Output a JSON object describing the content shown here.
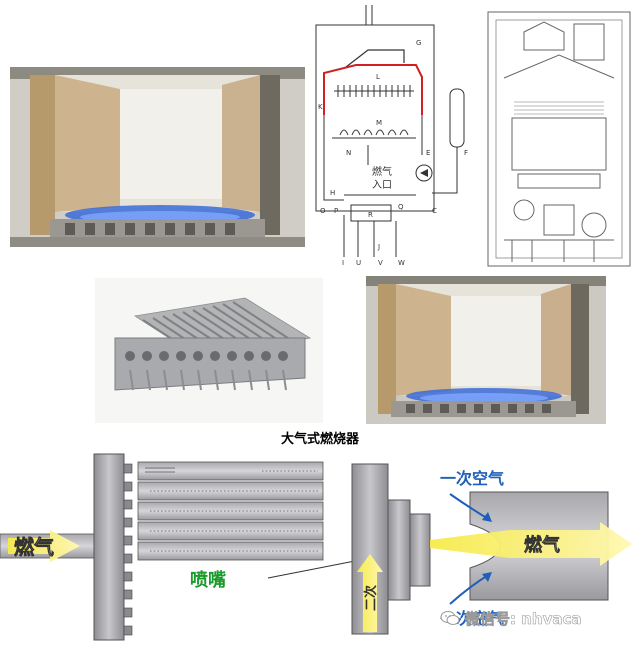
{
  "schematic": {
    "letters": [
      "G",
      "L",
      "K",
      "M",
      "N",
      "燃气",
      "入口",
      "E",
      "F",
      "H",
      "O",
      "P",
      "R",
      "Q",
      "C",
      "I",
      "U",
      "J",
      "V",
      "W"
    ]
  },
  "caption": "大气式燃烧器",
  "burner_diagram": {
    "fuel_gas_left": "燃气",
    "nozzle": "喷嘴",
    "secondary_air": "二次",
    "primary_air_top": "一次空气",
    "primary_air_bottom": "一次空气",
    "fuel_gas_right": "燃气"
  },
  "watermark": {
    "text": "微信号: nhvaca"
  },
  "colors": {
    "flame_blue": "#3a6ad8",
    "hot_line": "#d02020",
    "arrow_yellow": "#f2e23a",
    "nozzle_green": "#1a9a2a",
    "air_blue": "#1f5fb8"
  }
}
